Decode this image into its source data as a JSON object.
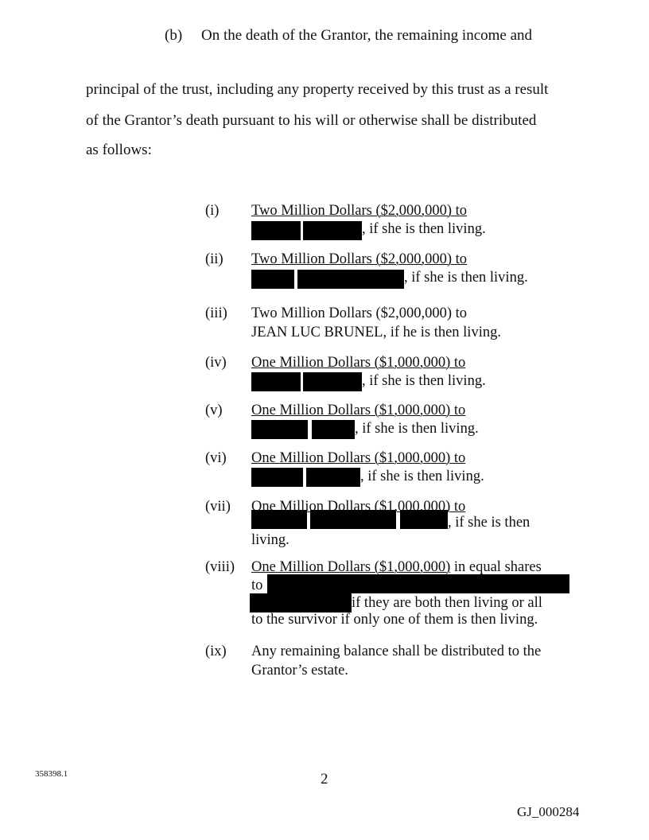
{
  "para_b": {
    "label": "(b)",
    "line1": "On the death of the Grantor, the remaining income and",
    "line2": "principal of the trust, including any property received by this trust as a result",
    "line3": "of the Grantor’s death pursuant to his will or otherwise shall be distributed",
    "line4": "as follows:"
  },
  "items": [
    {
      "num": "(i)",
      "line1": "Two Million Dollars ($2,000,000) to",
      "line2": ", if she is then living."
    },
    {
      "num": "(ii)",
      "line1": "Two Million Dollars ($2,000,000) to",
      "line2": ", if she is then living."
    },
    {
      "num": "(iii)",
      "line1": "Two Million Dollars ($2,000,000) to",
      "line2": "JEAN LUC BRUNEL, if he is then living."
    },
    {
      "num": "(iv)",
      "line1": "One Million Dollars ($1,000,000) to",
      "line2": ", if she is then living."
    },
    {
      "num": "(v)",
      "line1": "One Million Dollars ($1,000,000) to",
      "line2": ", if she is then living."
    },
    {
      "num": "(vi)",
      "line1": "One Million Dollars ($1,000,000) to",
      "line2": ", if she is then living."
    },
    {
      "num": "(vii)",
      "line1": "One Million Dollars ($1,000,000) to",
      "line2": ", if she is then",
      "line3": "living."
    },
    {
      "num": "(viii)",
      "line1a": "One Million Dollars ($1,000,000)",
      "line1b": " in equal shares",
      "line2": "to",
      "line3": "if they are both then living or all",
      "line4": "to the survivor if only one of them is then living."
    },
    {
      "num": "(ix)",
      "line1": "Any remaining balance shall be distributed to the",
      "line2": "Grantor’s estate."
    }
  ],
  "footer": {
    "doc_id": "358398.1",
    "page_number": "2",
    "bates": "GJ_000284"
  }
}
